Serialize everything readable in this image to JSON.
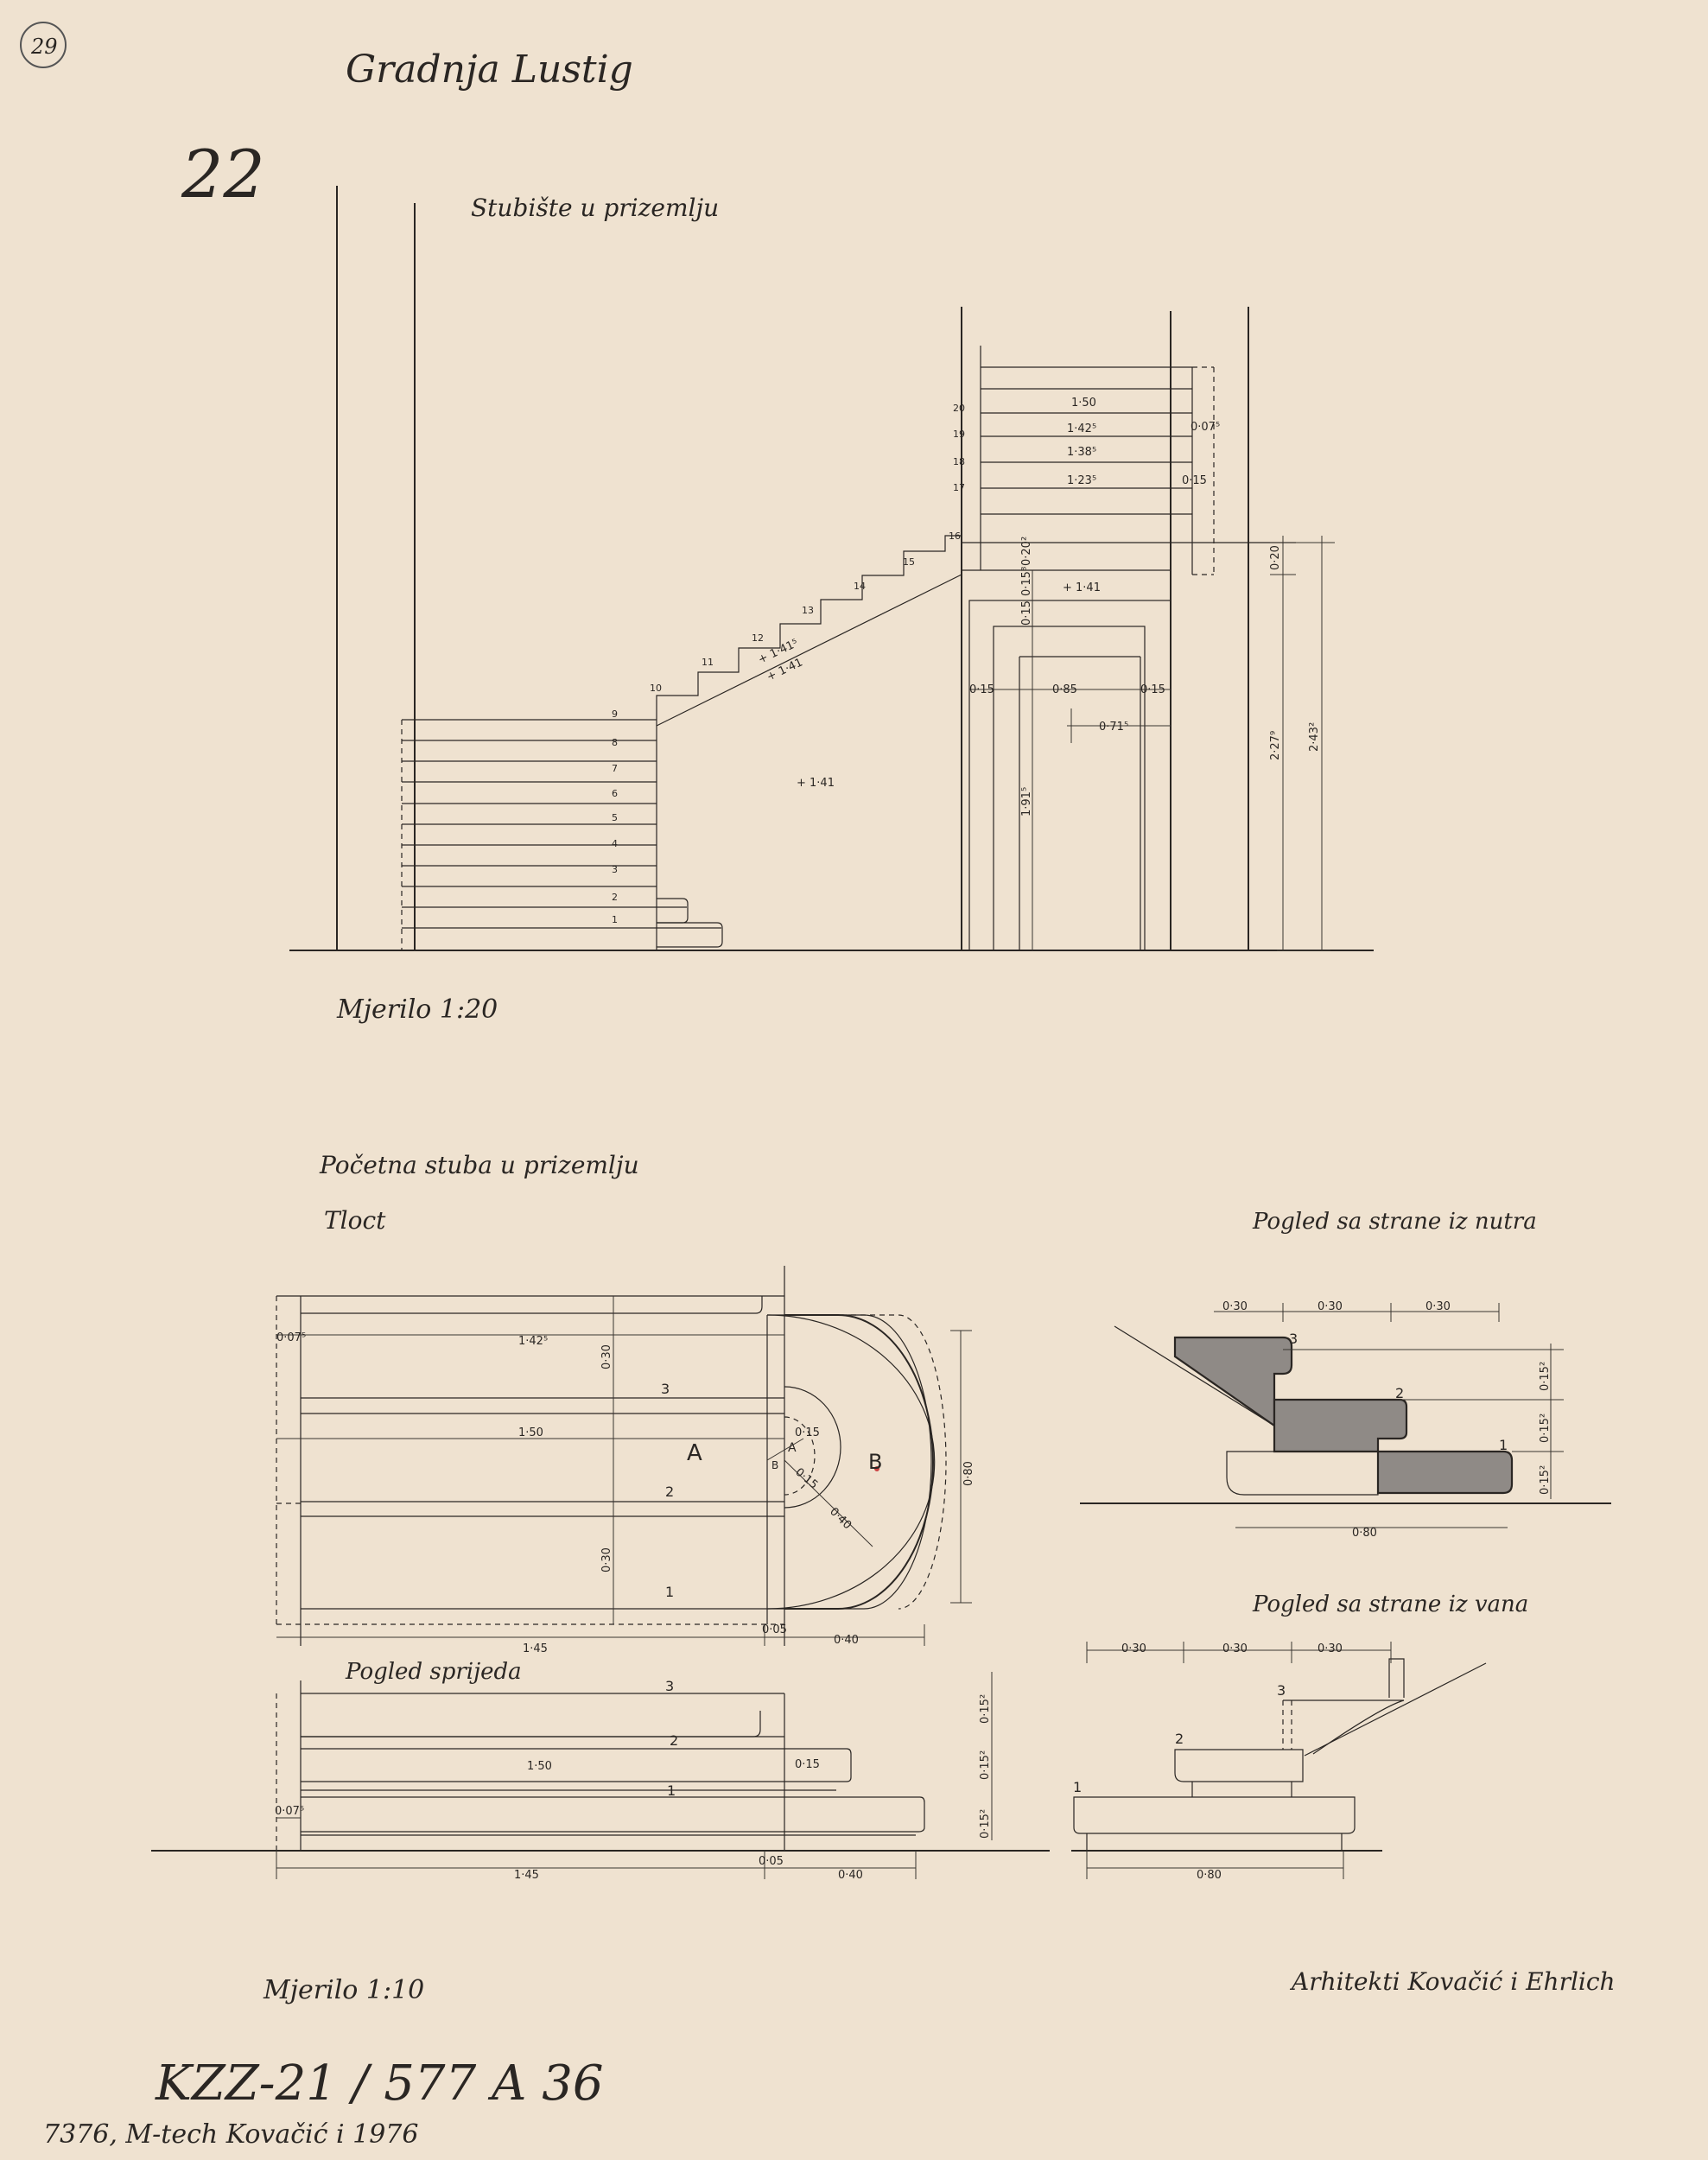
{
  "sheet": {
    "page_number": "29",
    "title": "Gradnja Lustig",
    "sheet_number": "22",
    "archive_code": "KZZ-21 / 577 A 36",
    "archive_code_line2": "7376, M-tech Kovačić i 1976"
  },
  "elevation": {
    "title": "Stubište u prizemlju",
    "scale": "Mjerilo 1:20",
    "step_numbers": [
      "1",
      "2",
      "3",
      "4",
      "5",
      "6",
      "7",
      "8",
      "9",
      "10",
      "11",
      "12",
      "13",
      "14",
      "15",
      "16"
    ],
    "landing_step_numbers": [
      "17",
      "18",
      "19",
      "20"
    ],
    "dims": {
      "tread_150": "1·50",
      "tread_1425": "1·42⁵",
      "tread_1385": "1·38⁵",
      "tread_1235": "1·23⁵",
      "side_0075": "0·07⁵",
      "side_015": "0·15",
      "landing_020": "0·20",
      "landing_height": "2·27⁹",
      "total_height": "2·43²",
      "door_jamb_left": "0·15",
      "door_width": "0·85",
      "door_jamb_right": "0·15",
      "door_half": "0·71⁵",
      "door_height": "1·91⁵",
      "level_1415": "+ 1·41⁵",
      "level_141_stair": "+ 1·41",
      "level_141_wall": "+ 1·41",
      "level_141_door": "+ 1·41",
      "lintel_015": "0·15",
      "lintel_0158": "0·15⁸",
      "lintel_0202": "0·20²"
    }
  },
  "detail": {
    "title": "Početna stuba u prizemlju",
    "scale": "Mjerilo 1:10",
    "architects": "Arhitekti Kovačić i Ehrlich",
    "plan": {
      "title": "Tloct",
      "dims": {
        "top_width": "1·42⁵",
        "mid_width": "1·50",
        "bottom_width": "1·45",
        "tread_a": "0·30",
        "tread_b": "0·30",
        "edge_0075": "0·07⁵",
        "radius_015": "0·15",
        "radius_015b": "0·15",
        "radius_040": "0·40",
        "depth_080": "0·80",
        "gap_005": "0·05",
        "ext_040": "0·40"
      },
      "labels": [
        "A",
        "B",
        "A",
        "B"
      ],
      "step_labels": [
        "1",
        "2",
        "3"
      ]
    },
    "front_view": {
      "title": "Pogled sprijeda",
      "step_labels": [
        "1",
        "2",
        "3"
      ],
      "dims": {
        "width_150": "1·50",
        "width_145": "1·45",
        "gap_005": "0·05",
        "ext_040": "0·40",
        "off_015": "0·15",
        "edge_0075": "0·07⁵",
        "h1": "0·15²",
        "h2": "0·15²",
        "h3": "0·15²"
      }
    },
    "side_inside": {
      "title": "Pogled sa strane iz nutra",
      "step_labels": [
        "1",
        "2",
        "3"
      ],
      "dims": {
        "t1": "0·30",
        "t2": "0·30",
        "t3": "0·30",
        "total": "0·80",
        "h1": "0·15²",
        "h2": "0·15²",
        "h3": "0·15²"
      }
    },
    "side_outside": {
      "title": "Pogled sa strane iz vana",
      "step_labels": [
        "1",
        "2",
        "3"
      ],
      "dims": {
        "t1": "0·30",
        "t2": "0·30",
        "t3": "0·30",
        "total": "0·80"
      }
    }
  }
}
